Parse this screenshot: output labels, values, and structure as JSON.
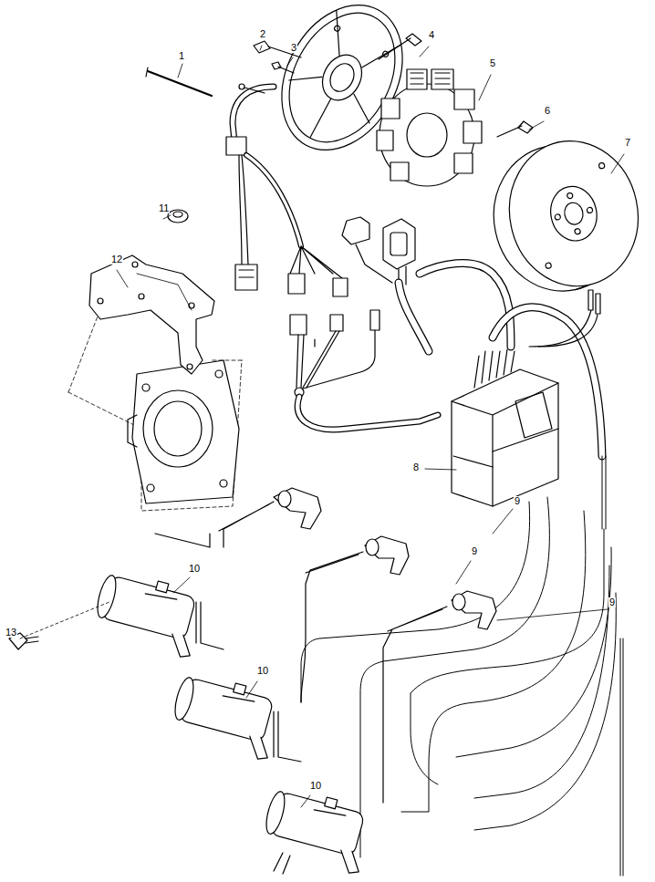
{
  "diagram": {
    "labels": [
      "1",
      "2",
      "3",
      "4",
      "5",
      "6",
      "7",
      "11",
      "12",
      "8",
      "9",
      "9",
      "10",
      "13",
      "9",
      "10",
      "10"
    ]
  }
}
